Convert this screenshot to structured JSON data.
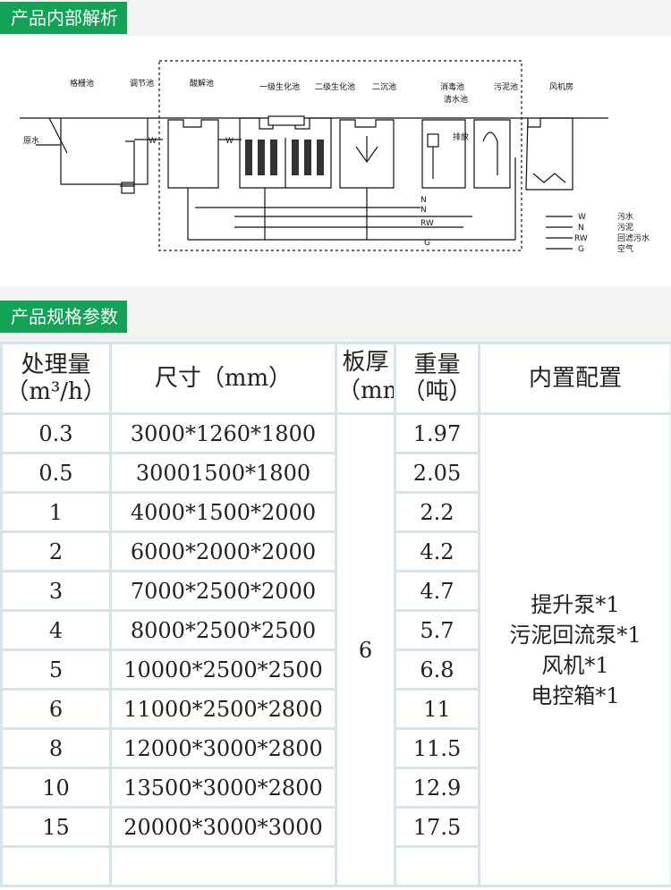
{
  "section1": {
    "title": "产品内部解析"
  },
  "diagram": {
    "labels": {
      "grid_tank": "格栅池",
      "regulating_tank": "调节池",
      "acidification_tank": "酸解池",
      "primary_bio_tank": "一级生化池",
      "secondary_bio_tank": "二级生化池",
      "sedimentation_tank": "二沉池",
      "disinfection_tank": "消毒池",
      "clean_water_tank": "清水池",
      "sludge_tank": "污泥池",
      "blower_room": "风机房",
      "raw_water": "原水",
      "discharge": "排放",
      "w1": "W",
      "w2": "W",
      "n1": "N",
      "n2": "N",
      "rw": "RW",
      "g": "G"
    },
    "legend": [
      {
        "code": "W",
        "desc": "污水"
      },
      {
        "code": "N",
        "desc": "污泥"
      },
      {
        "code": "RW",
        "desc": "回滤污水"
      },
      {
        "code": "G",
        "desc": "空气"
      }
    ]
  },
  "section2": {
    "title": "产品规格参数"
  },
  "table": {
    "headers": {
      "capacity": [
        "处理量",
        "（m³/h）"
      ],
      "size": "尺寸（mm）",
      "plate": [
        "板厚",
        "（mm）"
      ],
      "weight": [
        "重量",
        "（吨）"
      ],
      "config": "内置配置"
    },
    "plate_value": "6",
    "config_lines": [
      "提升泵*1",
      "污泥回流泵*1",
      "风机*1",
      "电控箱*1"
    ],
    "rows": [
      {
        "capacity": "0.3",
        "size": "3000*1260*1800",
        "weight": "1.97"
      },
      {
        "capacity": "0.5",
        "size": "30001500*1800",
        "weight": "2.05"
      },
      {
        "capacity": "1",
        "size": "4000*1500*2000",
        "weight": "2.2"
      },
      {
        "capacity": "2",
        "size": "6000*2000*2000",
        "weight": "4.2"
      },
      {
        "capacity": "3",
        "size": "7000*2500*2000",
        "weight": "4.7"
      },
      {
        "capacity": "4",
        "size": "8000*2500*2500",
        "weight": "5.7"
      },
      {
        "capacity": "5",
        "size": "10000*2500*2500",
        "weight": "6.8"
      },
      {
        "capacity": "6",
        "size": "11000*2500*2800",
        "weight": "11"
      },
      {
        "capacity": "8",
        "size": "12000*3000*2800",
        "weight": "11.5"
      },
      {
        "capacity": "10",
        "size": "13500*3000*2800",
        "weight": "12.9"
      },
      {
        "capacity": "15",
        "size": "20000*3000*3000",
        "weight": "17.5"
      }
    ]
  }
}
